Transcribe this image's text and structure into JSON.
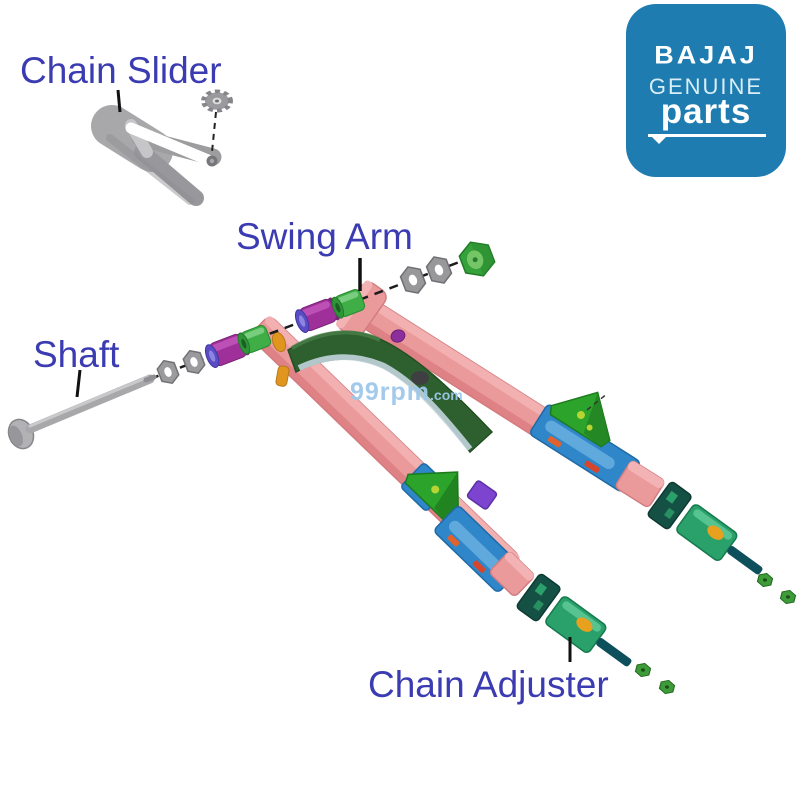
{
  "page": {
    "background": "#ffffff"
  },
  "labels": {
    "chain_slider": "Chain Slider",
    "swing_arm": "Swing Arm",
    "shaft": "Shaft",
    "chain_adjuster": "Chain Adjuster"
  },
  "watermark": {
    "site": "99rpm",
    "tld": ".com"
  },
  "logo": {
    "brand": "BAJAJ",
    "line1": "GENUINE",
    "line2": "parts"
  },
  "colors": {
    "label_text": "#3b3bb2",
    "logo_background": "#1e7cb0",
    "logo_text": "#ffffff",
    "swing_arm_pink": "#eb9a9b",
    "adjuster_slot_blue": "#2f86c9",
    "bracket_green": "#2ca42c",
    "brace_dark_green": "#2e5f2e",
    "adjuster_body_teal": "#2aa06a",
    "adjuster_plate_dark": "#155045",
    "bush_purple": "#a03099",
    "bush_green": "#3fae46",
    "metal_gray": "#a8a8ab",
    "accent_orange": "#e0951f",
    "watermark_blue": "#9fc8ea"
  }
}
